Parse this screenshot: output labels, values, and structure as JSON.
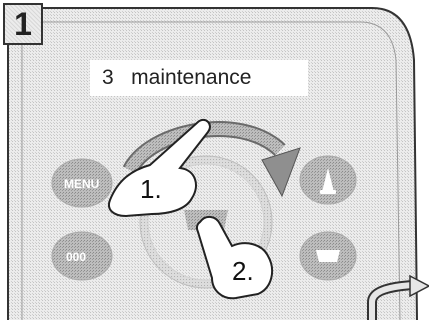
{
  "step": {
    "number": "1"
  },
  "display": {
    "text": "3   maintenance"
  },
  "controls": {
    "menu_label": "MENU",
    "left_bottom_label": "000"
  },
  "hands": [
    {
      "label": "1.",
      "action": "rotate"
    },
    {
      "label": "2.",
      "action": "press"
    }
  ],
  "icons": [
    "step-number-badge",
    "rotation-arrow-icon",
    "steam-icon",
    "cup-icon",
    "next-step-arrow-icon",
    "pointing-hand-icon"
  ]
}
